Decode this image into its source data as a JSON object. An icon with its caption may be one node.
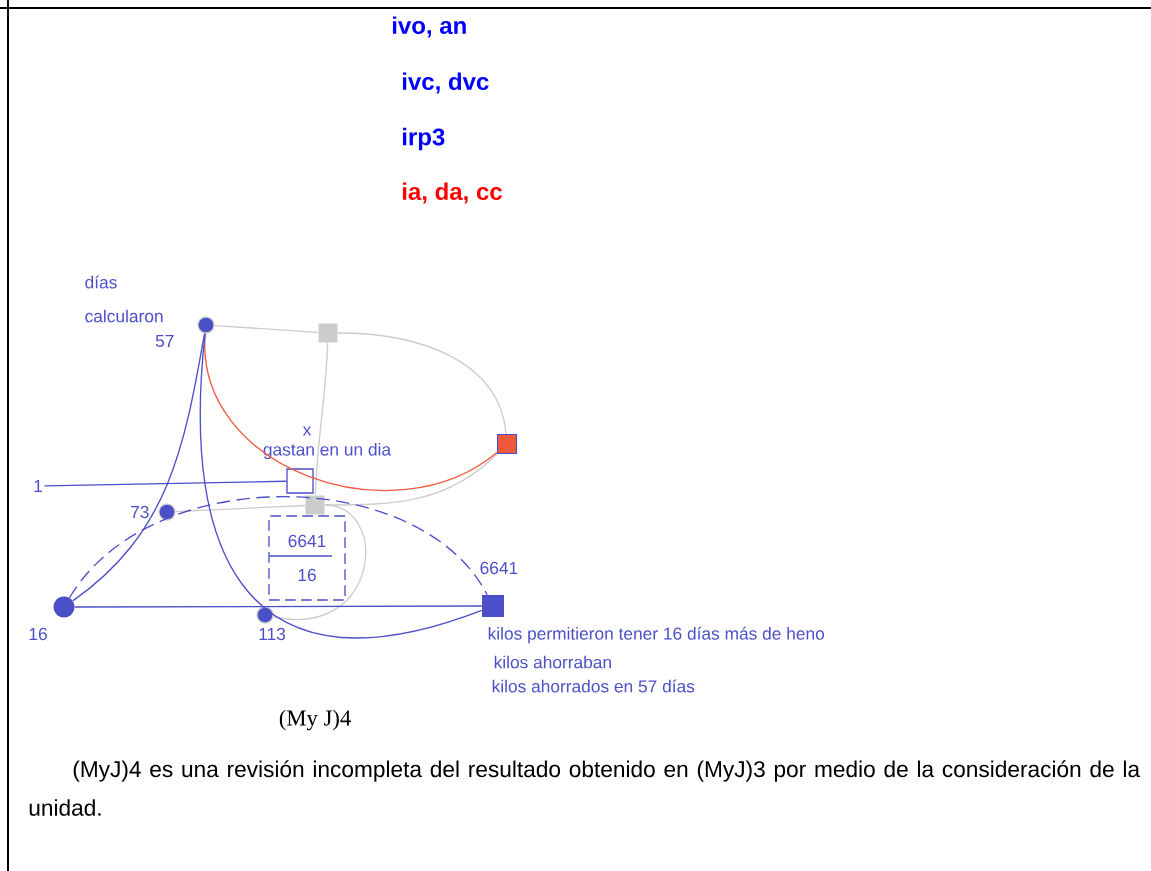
{
  "diagram": {
    "caption": "(My J)4",
    "nodes": [
      {
        "text": [],
        "shape": "circle",
        "beside": [
          "días",
          "calcularon",
          "57"
        ]
      },
      {
        "text": [],
        "shape": "box"
      },
      {
        "text": [],
        "shape": "box"
      },
      {
        "text": [],
        "shape": "box",
        "beside": [
          "x",
          "gastan en un dia"
        ]
      },
      {
        "text": [
          "1"
        ]
      },
      {
        "text": [],
        "shape": "circle",
        "beside": [
          "73"
        ]
      },
      {
        "text": [],
        "shape": "box"
      },
      {
        "text": [
          "6641",
          "16"
        ]
      },
      {
        "text": [],
        "shape": "circle",
        "beside": [
          "16"
        ]
      },
      {
        "text": [],
        "shape": "circle",
        "beside": [
          "113"
        ]
      },
      {
        "text": [],
        "shape": "box",
        "beside": [
          "6641",
          "kilos permitieron tener 16 días más de heno",
          "kilos ahorraban",
          "kilos ahorrados en 57 días"
        ]
      }
    ],
    "edges": [
      {
        "from": 0,
        "to": 1,
        "arrow": "none"
      },
      {
        "from": 1,
        "to": 2,
        "arrow": "none"
      },
      {
        "from": 1,
        "to": 6,
        "arrow": "none"
      },
      {
        "from": 6,
        "to": 9,
        "arrow": "none"
      },
      {
        "from": 5,
        "to": 6,
        "arrow": "none"
      },
      {
        "from": 6,
        "to": 2,
        "arrow": "none"
      },
      {
        "from": 0,
        "to": 2,
        "arrow": "none",
        "color": "#f05a3c"
      },
      {
        "from": 0,
        "to": 8,
        "arrow": "none",
        "color": "#4b4fc8"
      },
      {
        "from": 0,
        "to": 10,
        "arrow": "none",
        "color": "#4b4fc8"
      },
      {
        "from": 4,
        "to": 3,
        "arrow": "none",
        "color": "#4b4fc8"
      },
      {
        "from": 8,
        "to": 10,
        "arrow": "none",
        "color": "#4b4fc8"
      },
      {
        "from": 8,
        "to": 10,
        "arrow": "none",
        "style": "dashed",
        "color": "#4b4fc8"
      }
    ],
    "labels": [
      "ivo, an",
      "ivc, dvc",
      "irp3",
      "ia, da, cc",
      "(MyJ)4 es una revisión incompleta del resultado obtenido en (MyJ)3 por medio de la consideración de la unidad."
    ]
  }
}
